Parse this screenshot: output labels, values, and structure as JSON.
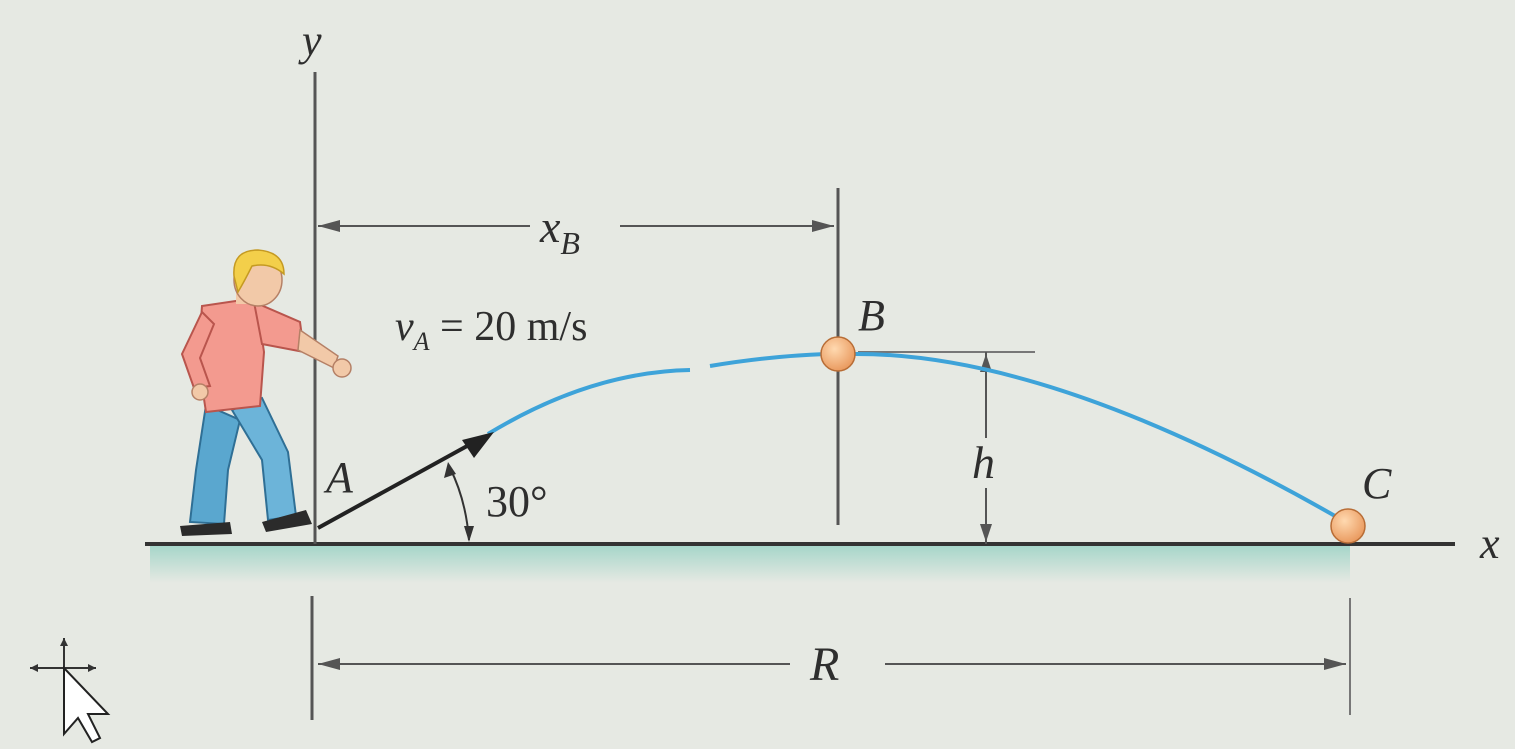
{
  "labels": {
    "y_axis": "y",
    "x_axis": "x",
    "point_a": "A",
    "point_b": "B",
    "point_c": "C",
    "x_b": "x",
    "x_b_sub": "B",
    "height": "h",
    "range": "R",
    "velocity_symbol": "v",
    "velocity_sub": "A",
    "velocity_value": " = 20 m/s",
    "angle": "30°"
  },
  "colors": {
    "trajectory": "#3ea3d9",
    "ball": "#f2b27a",
    "shirt": "#f39a8f",
    "pants": "#5aa7cf",
    "hair": "#f3cf4a",
    "ground_shadow": "#9fd3c8"
  },
  "icons": {
    "cursor": "move-cursor-icon"
  }
}
